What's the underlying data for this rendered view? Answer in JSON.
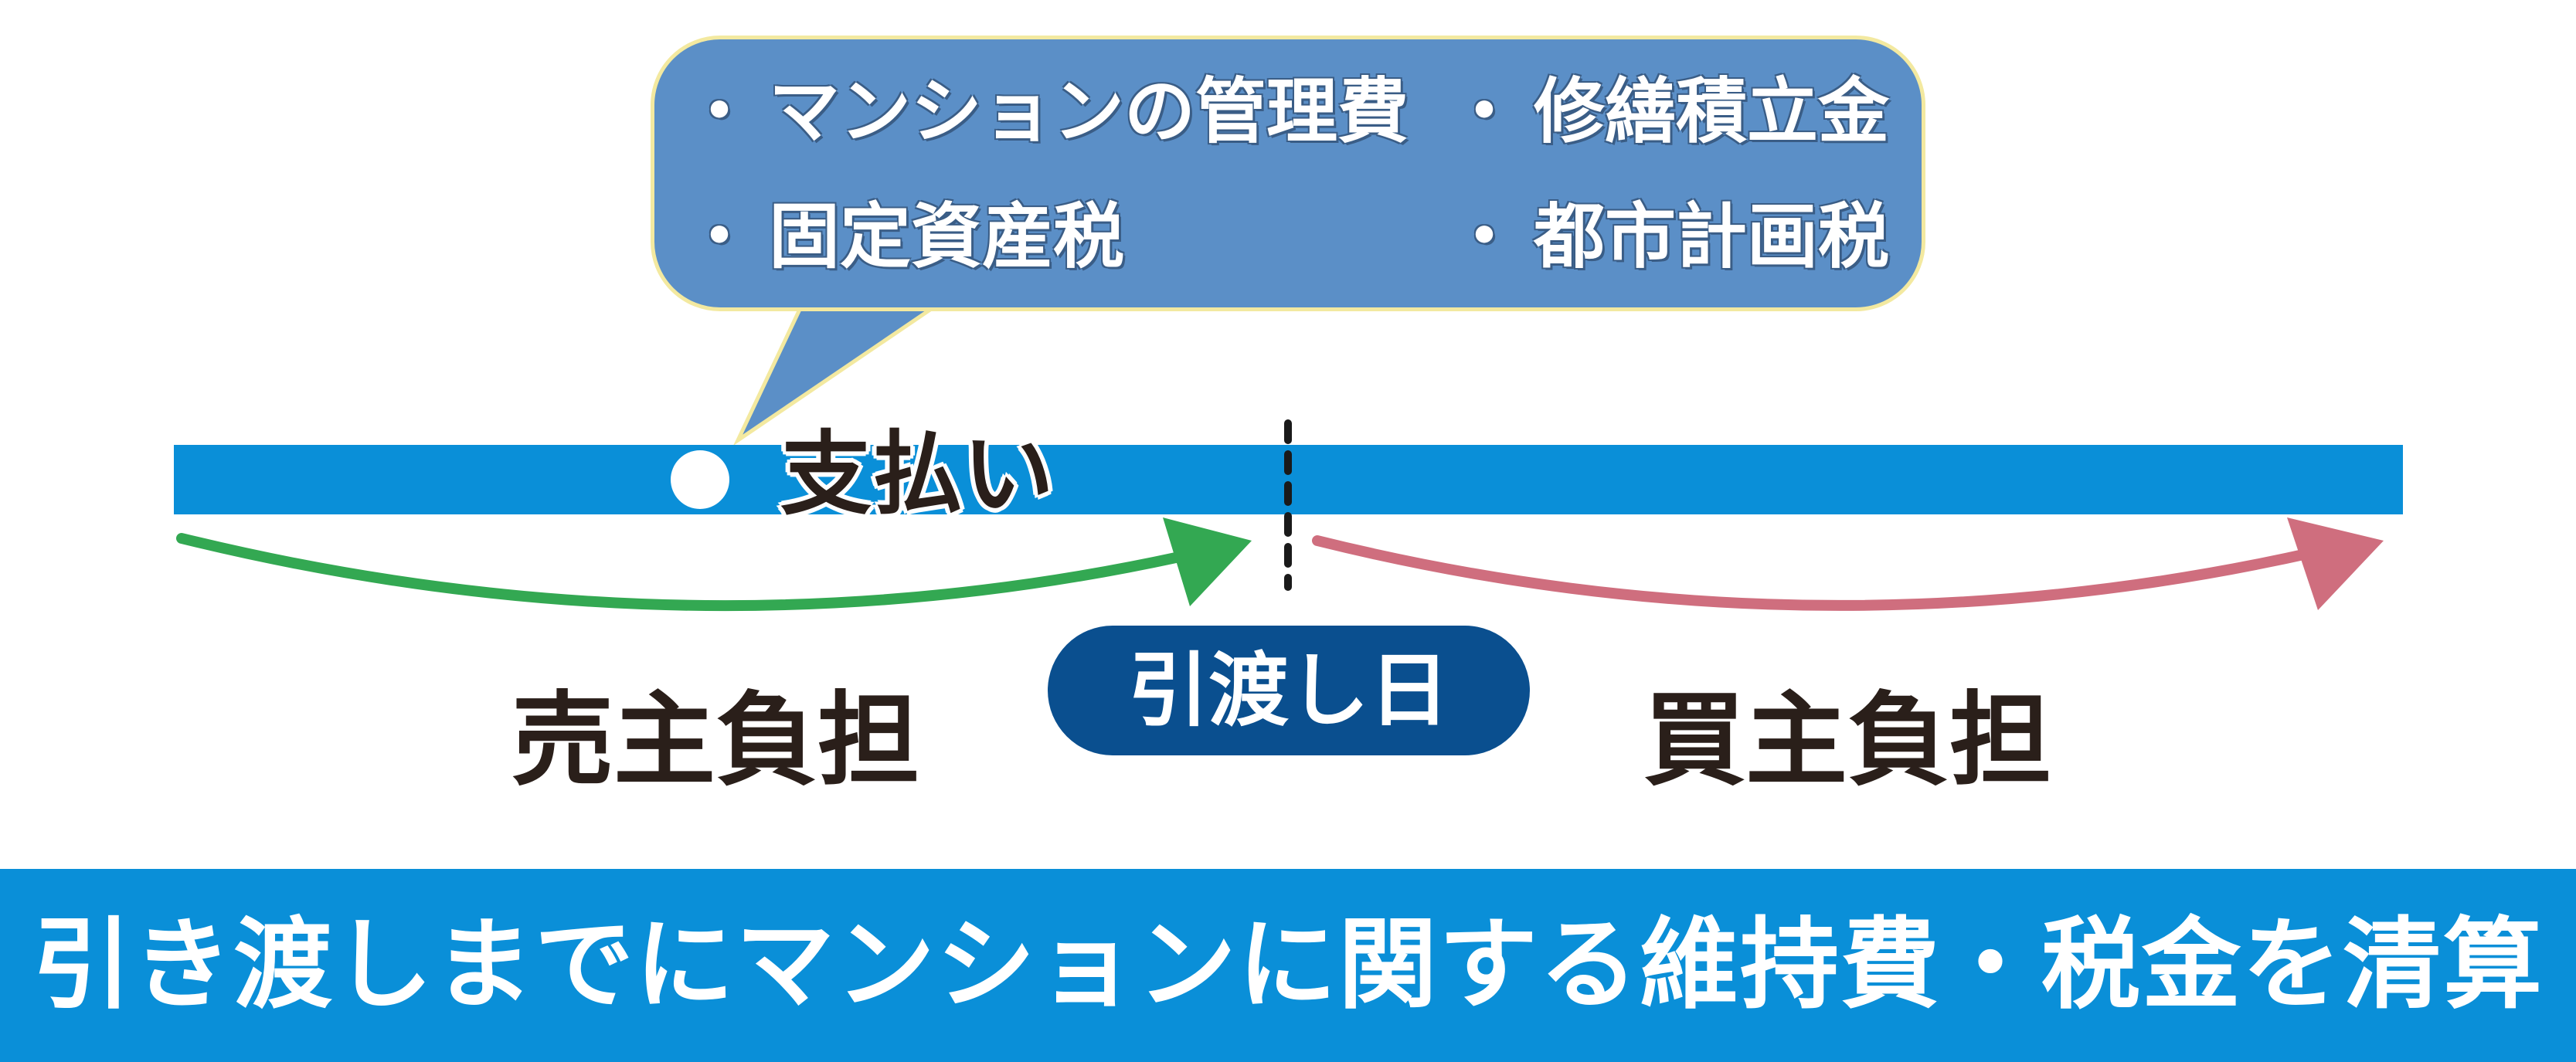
{
  "bubble": {
    "items": [
      {
        "bullet": "・",
        "text": "マンションの管理費"
      },
      {
        "bullet": "・",
        "text": "修繕積立金"
      },
      {
        "bullet": "・",
        "text": "固定資産税"
      },
      {
        "bullet": "・",
        "text": "都市計画税"
      }
    ]
  },
  "timeline": {
    "payment_label": "支払い",
    "handover_label": "引渡し日",
    "seller_label": "売主負担",
    "buyer_label": "買主負担"
  },
  "footer": {
    "text": "引き渡しまでにマンションに関する維持費・税金を清算"
  },
  "colors": {
    "bar": "#0a8fd8",
    "bubble": "#5b8fc7",
    "seller_arrow": "#33a852",
    "buyer_arrow": "#cf6e7e",
    "pill": "#0a4f8f"
  }
}
